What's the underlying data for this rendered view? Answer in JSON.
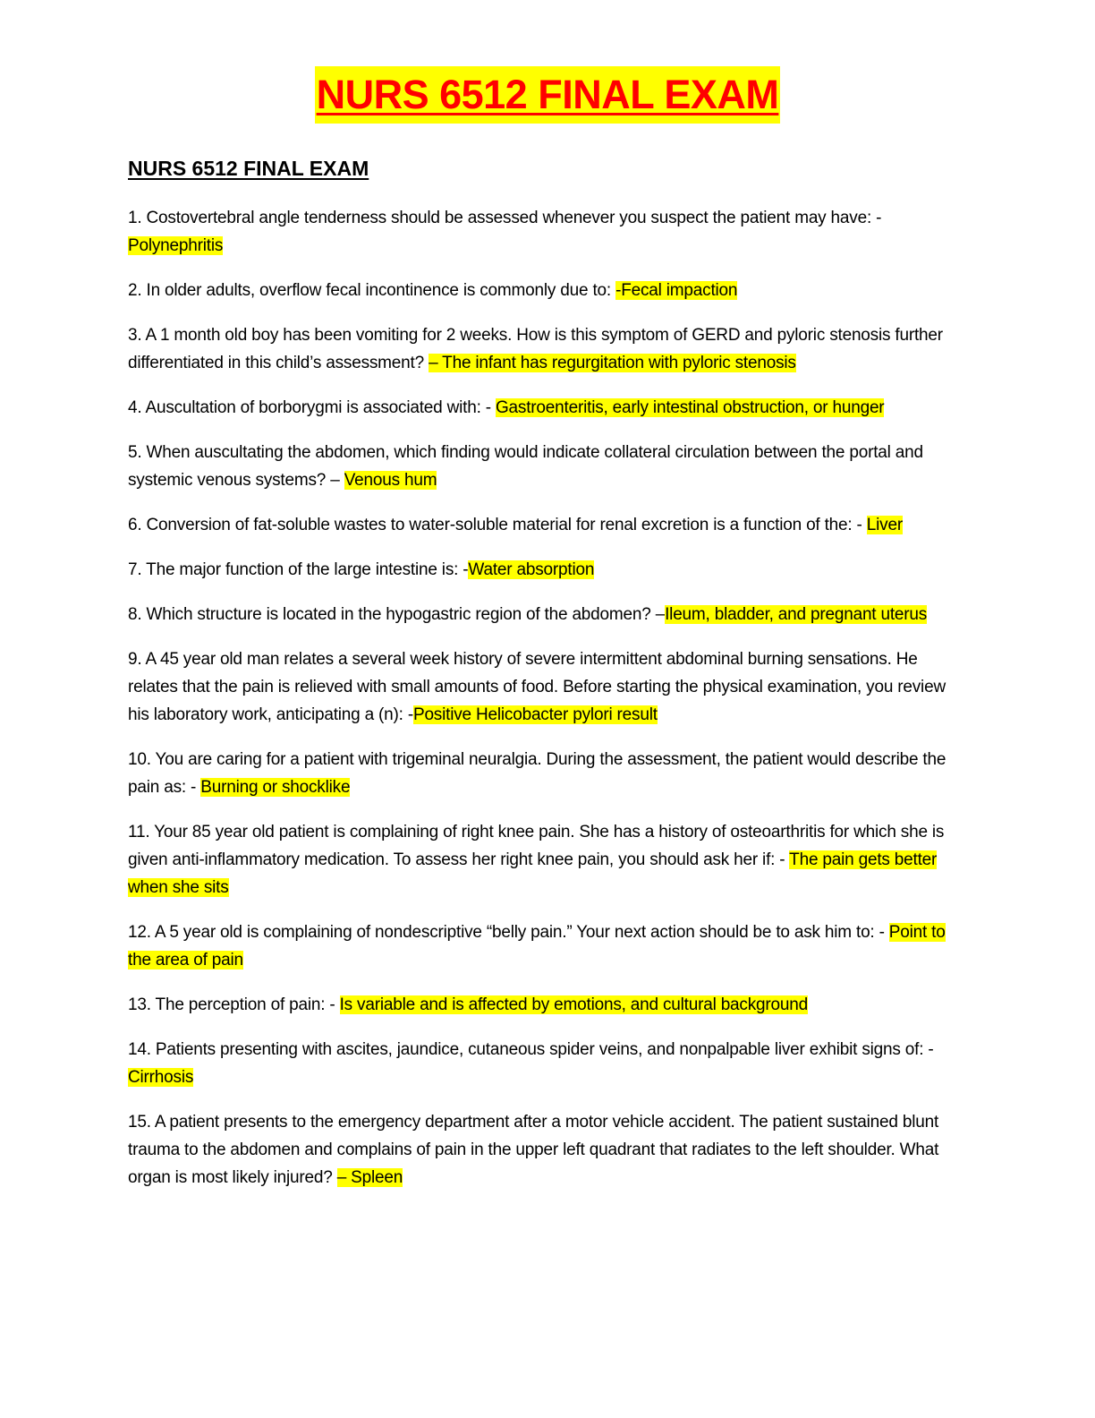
{
  "document": {
    "main_title": "NURS 6512 FINAL EXAM",
    "sub_title": "NURS 6512 FINAL EXAM",
    "questions": [
      {
        "text": "1. Costovertebral angle tenderness should be assessed whenever you suspect the patient may have: - ",
        "answer": "Polynephritis"
      },
      {
        "text": "2. In older adults, overflow fecal incontinence is commonly due to: ",
        "answer": "-Fecal impaction"
      },
      {
        "text": "3. A 1 month old boy has been vomiting for 2 weeks. How is this symptom of GERD and pyloric stenosis further differentiated in this child’s assessment? ",
        "answer": "– The infant has regurgitation with pyloric stenosis"
      },
      {
        "text": "4. Auscultation of borborygmi is associated with: - ",
        "answer": "Gastroenteritis, early intestinal obstruction, or hunger"
      },
      {
        "text": "5. When auscultating the abdomen, which finding would indicate collateral circulation between the portal and systemic venous systems? – ",
        "answer": "Venous hum"
      },
      {
        "text": "6. Conversion of fat-soluble wastes to water-soluble material for renal excretion is a function of the: - ",
        "answer": "Liver"
      },
      {
        "text": "7. The major function of the large intestine is: -",
        "answer": "Water absorption"
      },
      {
        "text": "8. Which structure is located in the hypogastric region of the abdomen? –",
        "answer": "Ileum, bladder, and pregnant uterus"
      },
      {
        "text": "9. A 45 year old man relates a several week history of severe intermittent abdominal burning sensations. He relates that the pain is relieved with small amounts of food. Before starting the physical examination, you review his laboratory work, anticipating a (n): -",
        "answer": "Positive Helicobacter pylori result"
      },
      {
        "text": "10. You are caring for a patient with trigeminal neuralgia. During the assessment, the patient would describe the pain as: - ",
        "answer": "Burning or shocklike"
      },
      {
        "text": "11. Your 85 year old patient is complaining of right knee pain. She has a history of osteoarthritis for which she is given anti-inflammatory medication. To assess her right knee pain, you should ask her if: - ",
        "answer": "The pain gets better when she sits"
      },
      {
        "text": "12. A 5 year old is complaining of nondescriptive “belly pain.” Your next action should be to ask him to: - ",
        "answer": "Point to the area of pain"
      },
      {
        "text": "13. The perception of pain: - ",
        "answer": "Is variable and is affected by emotions, and cultural background"
      },
      {
        "text": "14. Patients presenting with ascites, jaundice, cutaneous spider veins, and nonpalpable liver exhibit signs of: - ",
        "answer": "Cirrhosis"
      },
      {
        "text": "15. A patient presents to the emergency department after a motor vehicle accident. The patient sustained blunt trauma to the abdomen and complains of pain in the upper left quadrant that radiates to the left shoulder. What organ is most likely injured? ",
        "answer": "– Spleen"
      }
    ]
  },
  "colors": {
    "highlight": "#ffff00",
    "title_text": "#ff0000",
    "body_text": "#000000",
    "background": "#ffffff"
  }
}
